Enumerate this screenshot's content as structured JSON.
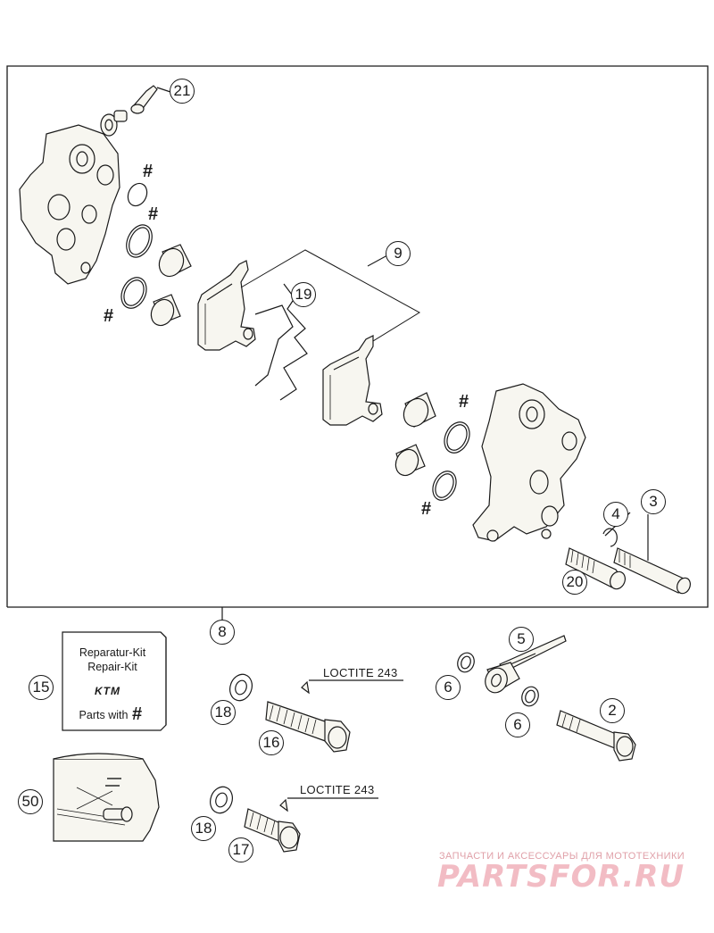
{
  "callouts": {
    "c21": "21",
    "c9": "9",
    "c19": "19",
    "c4": "4",
    "c3": "3",
    "c20": "20",
    "c8": "8",
    "c5": "5",
    "c15": "15",
    "c18a": "18",
    "c16": "16",
    "c6a": "6",
    "c6b": "6",
    "c2": "2",
    "c50": "50",
    "c18b": "18",
    "c17": "17"
  },
  "markers": {
    "seal_mark": "#"
  },
  "loctite": {
    "label_upper": "LOCTITE 243",
    "label_lower": "LOCTITE 243"
  },
  "repair_kit": {
    "line1": "Reparatur-Kit",
    "line2": "Repair-Kit",
    "logo": "KTM",
    "parts_with": "Parts with",
    "mark": "#"
  },
  "watermark": {
    "caption": "ЗАПЧАСТИ И АКСЕССУАРЫ ДЛЯ МОТОТЕХНИКИ",
    "brand": "PARTSFOR.RU"
  },
  "colors": {
    "line": "#1a1a1a",
    "part_fill": "#f7f6f0",
    "watermark": "#f2bcc4"
  }
}
